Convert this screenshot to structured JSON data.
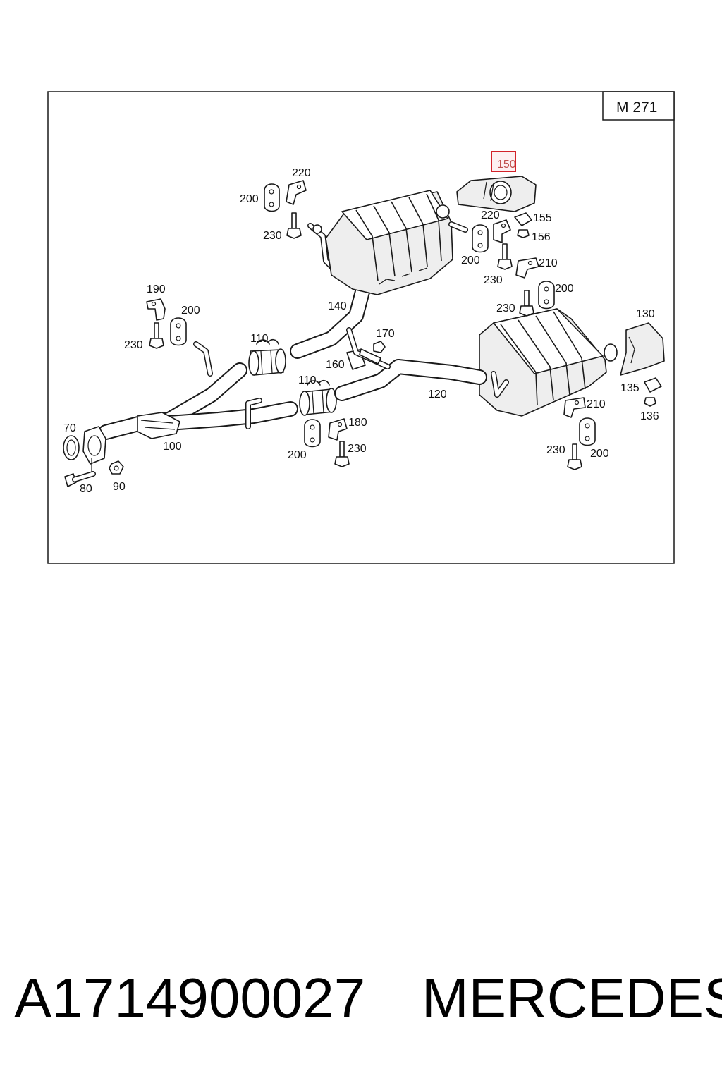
{
  "diagram": {
    "model_label": "M 271",
    "highlighted_part": "150",
    "callouts": {
      "c220a": "220",
      "c200a": "200",
      "c230a": "230",
      "c150": "150",
      "c220b": "220",
      "c155": "155",
      "c156": "156",
      "c200b": "200",
      "c210a": "210",
      "c230b": "230",
      "c190": "190",
      "c200c": "200",
      "c230c": "230",
      "c140": "140",
      "c230d": "230",
      "c200d": "200",
      "c110a": "110",
      "c170": "170",
      "c130": "130",
      "c160": "160",
      "c120": "120",
      "c135": "135",
      "c136": "136",
      "c110b": "110",
      "c210b": "210",
      "c70": "70",
      "c180": "180",
      "c100": "100",
      "c230e": "230",
      "c200e": "200",
      "c230f": "230",
      "c200f": "200",
      "c80": "80",
      "c90": "90"
    }
  },
  "footer": {
    "part_number": "A1714900027",
    "brand": "MERCEDES"
  },
  "colors": {
    "highlight_stroke": "#d2232a",
    "highlight_text": "#c0504d",
    "line": "#1a1a1a"
  }
}
